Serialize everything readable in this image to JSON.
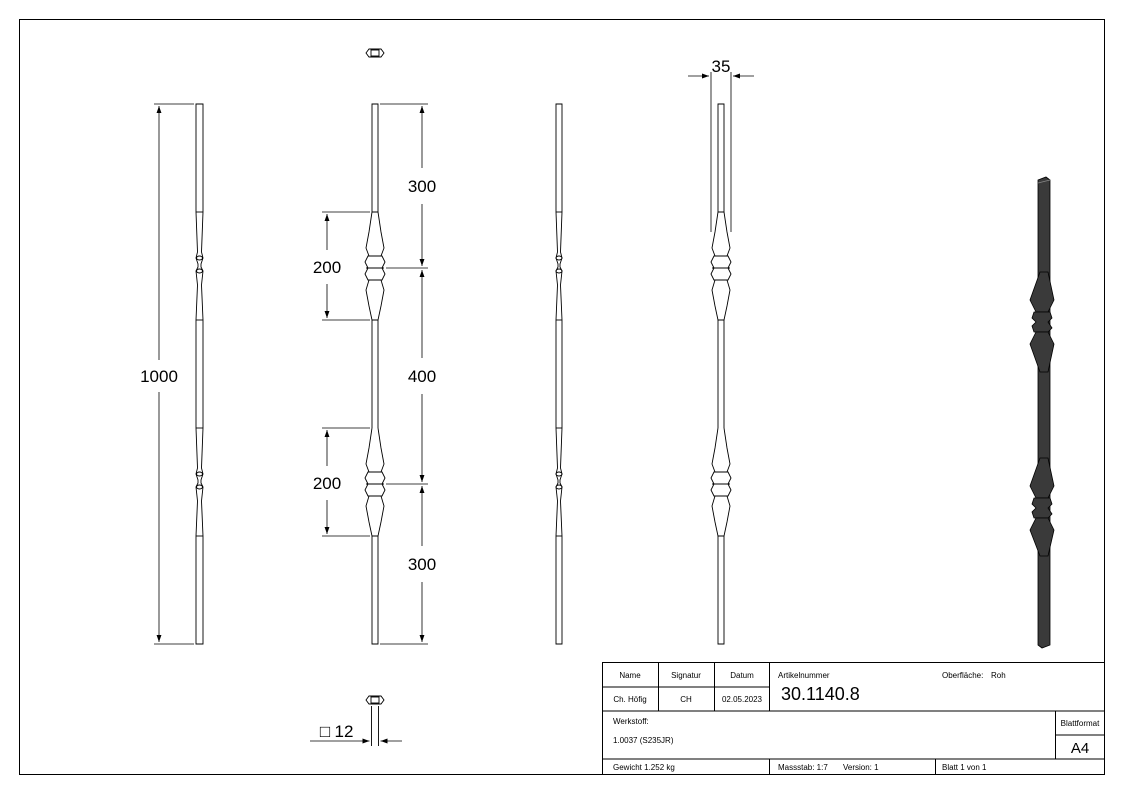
{
  "dimensions": {
    "overall_length": "1000",
    "top_segment": "300",
    "upper_ornament": "200",
    "middle_segment": "400",
    "lower_ornament": "200",
    "bottom_segment": "300",
    "width": "35",
    "square_prefix": "□",
    "square": "12"
  },
  "title_block": {
    "name_header": "Name",
    "signatur_header": "Signatur",
    "datum_header": "Datum",
    "name_value": "Ch. Höfig",
    "signatur_value": "CH",
    "datum_value": "02.05.2023",
    "artikelnummer_label": "Artikelnummer",
    "artikelnummer_value": "30.1140.8",
    "oberflaeche_label": "Oberfläche:",
    "oberflaeche_value": "Roh",
    "werkstoff_label": "Werkstoff:",
    "werkstoff_value": "1.0037 (S235JR)",
    "blattformat_label": "Blattformat",
    "blattformat_value": "A4",
    "gewicht": "Gewicht 1.252 kg",
    "massstab": "Massstab: 1:7",
    "version": "Version: 1",
    "blatt": "Blatt 1 von 1"
  },
  "colors": {
    "line": "#000000",
    "shaded_part": "#3a3a3a",
    "background": "#ffffff"
  }
}
